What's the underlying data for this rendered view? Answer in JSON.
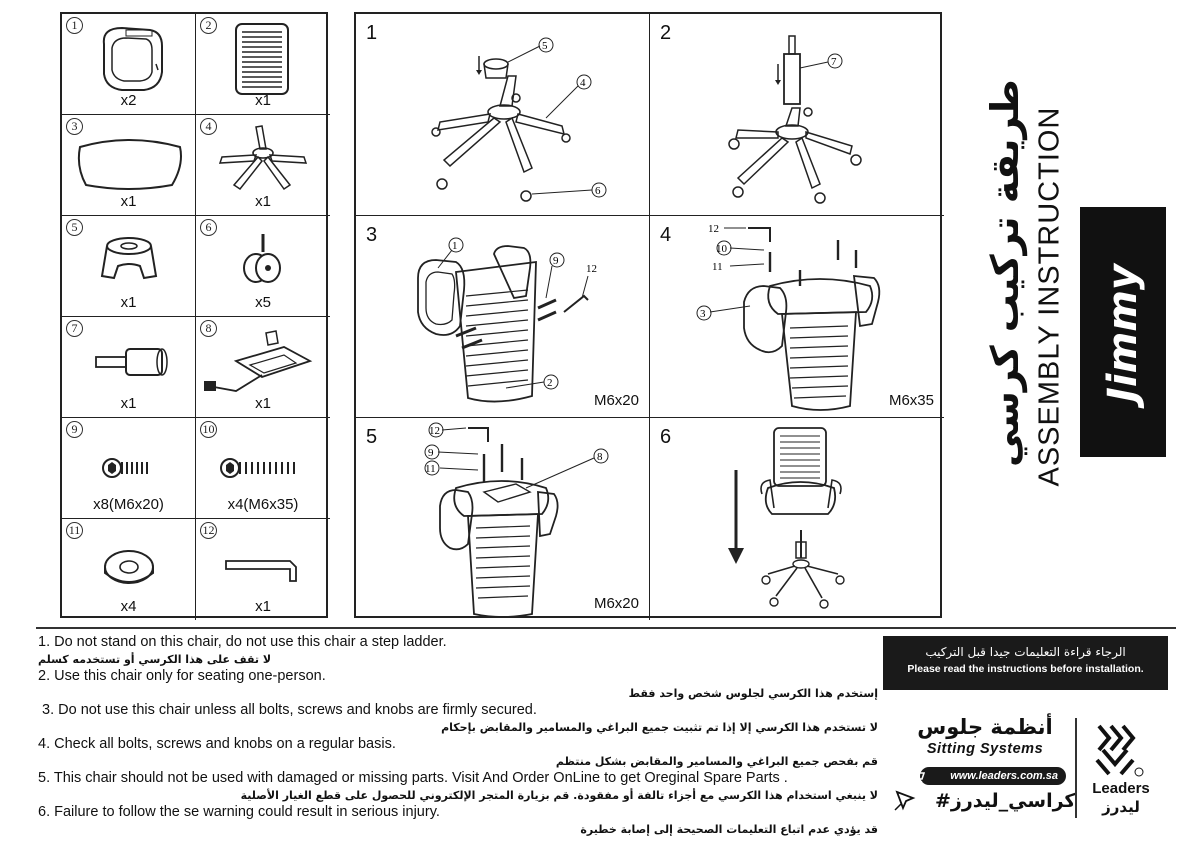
{
  "parts": [
    {
      "num": "1",
      "qty": "x2"
    },
    {
      "num": "2",
      "qty": "x1"
    },
    {
      "num": "3",
      "qty": "x1"
    },
    {
      "num": "4",
      "qty": "x1"
    },
    {
      "num": "5",
      "qty": "x1"
    },
    {
      "num": "6",
      "qty": "x5"
    },
    {
      "num": "7",
      "qty": "x1"
    },
    {
      "num": "8",
      "qty": "x1"
    },
    {
      "num": "9",
      "qty": "x8(M6x20)"
    },
    {
      "num": "10",
      "qty": "x4(M6x35)"
    },
    {
      "num": "11",
      "qty": "x4"
    },
    {
      "num": "12",
      "qty": "x1"
    }
  ],
  "steps": [
    {
      "num": "1",
      "spec": "",
      "callouts": [
        "5",
        "4",
        "6"
      ]
    },
    {
      "num": "2",
      "spec": "",
      "callouts": [
        "7"
      ]
    },
    {
      "num": "3",
      "spec": "M6x20",
      "callouts": [
        "1",
        "9",
        "12",
        "2"
      ]
    },
    {
      "num": "4",
      "spec": "M6x35",
      "callouts": [
        "12",
        "10",
        "11",
        "3"
      ]
    },
    {
      "num": "5",
      "spec": "M6x20",
      "callouts": [
        "12",
        "9",
        "11",
        "8"
      ]
    },
    {
      "num": "6",
      "spec": "",
      "callouts": []
    }
  ],
  "title": {
    "arabic": "طريقة تركيب كرسي",
    "english": "ASSEMBLY INSTRUCTION",
    "model": "Jimmy"
  },
  "warnings": [
    {
      "en": "1. Do not stand on this chair, do not use this chair a step ladder.",
      "ar": "لا تقف على هذا الكرسي أو تستخدمه كسلم"
    },
    {
      "en": "2. Use this chair only for seating one-person.",
      "ar": "إستخدم هذا الكرسي لجلوس شخص واحد فقط"
    },
    {
      "en": " 3. Do not use this chair unless all bolts, screws and knobs are firmly secured.",
      "ar": "لا تستخدم هذا الكرسي إلا إذا تم تثبيت جميع البراغي والمسامير والمقابض بإحكام"
    },
    {
      "en": "4. Check all bolts, screws and knobs on a regular basis.",
      "ar": "قم بفحص جميع البراغي والمسامير والمقابض بشكل منتظم"
    },
    {
      "en": "5. This chair should not be used with damaged or missing parts. Visit And Order OnLine to get Oreginal Spare Parts .",
      "ar": "لا ينبغي استخدام هذا الكرسي مع أجزاء تالفة أو مفقودة. قم بزيارة المتجر الإلكتروني للحصول على قطع الغيار الأصلية"
    },
    {
      "en": "6. Failure to follow the se warning could result in serious injury.",
      "ar": "قد يؤدي عدم اتباع التعليمات الصحيحة إلى إصابة خطيرة"
    }
  ],
  "notice": {
    "arabic": "الرجاء قراءة التعليمات جيدا قبل التركيب",
    "english": "Please read the instructions before installation."
  },
  "brand": {
    "arabic_name": "أنظمة جلوس",
    "english_name": "Sitting Systems",
    "url": "www.leaders.com.sa",
    "hashtag": "#كراسي_ليدرز",
    "logo_en": "Leaders",
    "logo_ar": "ليدرز"
  }
}
